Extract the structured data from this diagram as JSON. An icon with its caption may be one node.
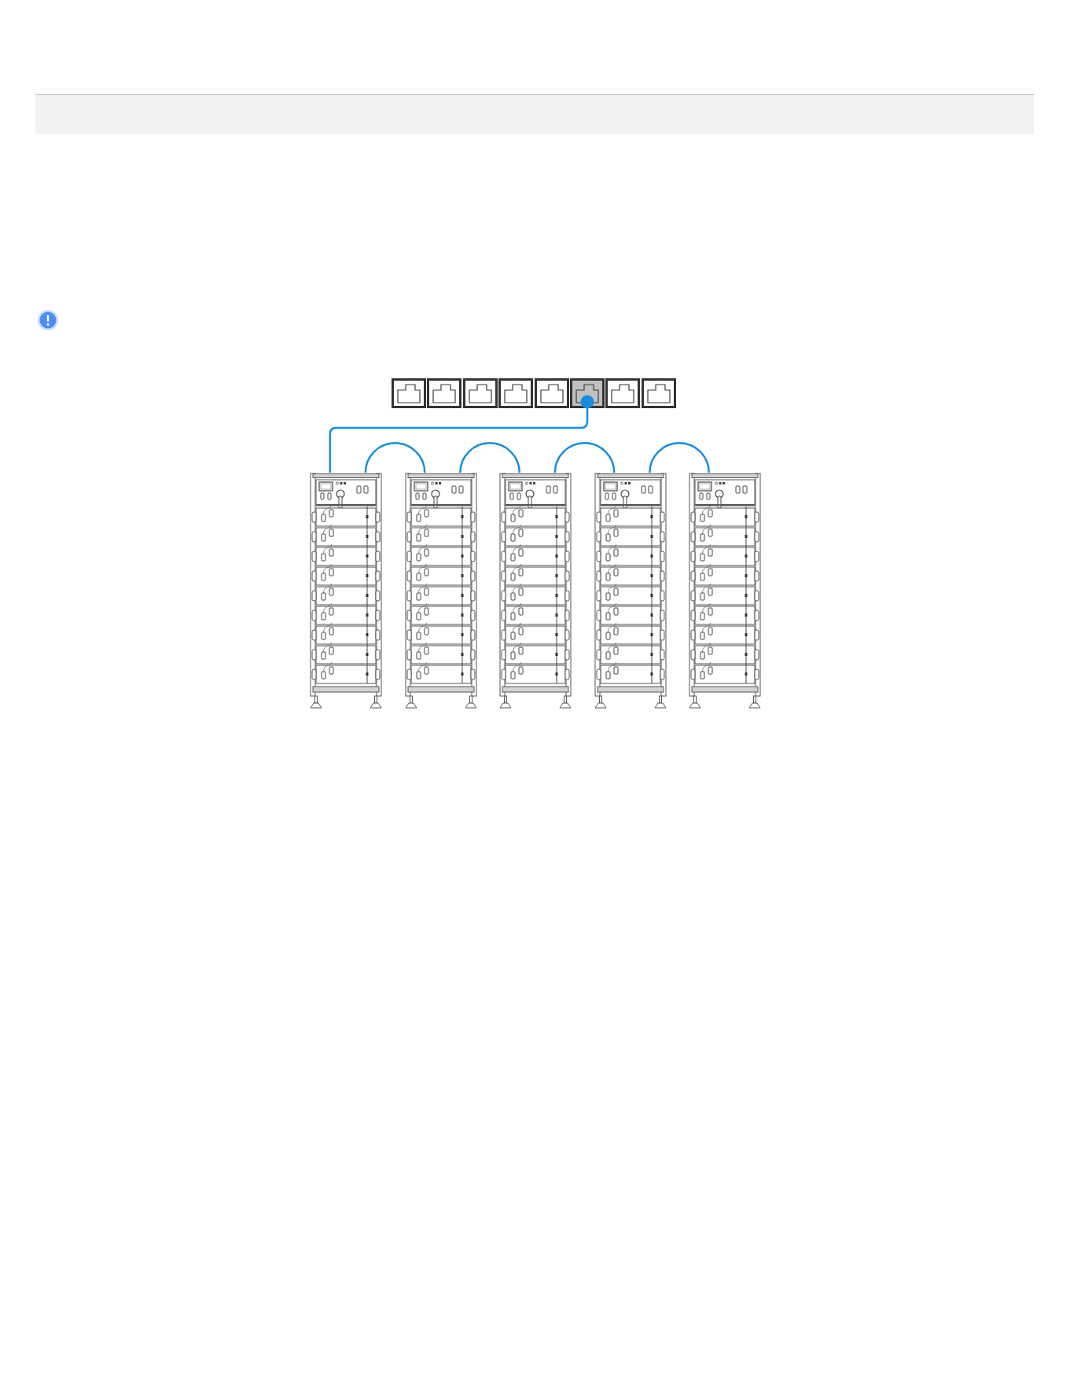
{
  "diagram": {
    "nodes": [
      {
        "text": [],
        "shape": "picture"
      },
      {
        "text": [],
        "shape": "picture"
      },
      {
        "text": [],
        "shape": "picture"
      },
      {
        "text": [],
        "shape": "picture"
      },
      {
        "text": [],
        "shape": "picture"
      },
      {
        "text": [],
        "shape": "picture"
      },
      {
        "text": [],
        "shape": "picture"
      },
      {
        "text": [],
        "shape": "picture"
      },
      {
        "text": [],
        "shape": "picture"
      },
      {
        "text": [],
        "shape": "picture"
      },
      {
        "text": [],
        "shape": "picture"
      },
      {
        "text": [],
        "shape": "picture"
      },
      {
        "text": [],
        "shape": "picture"
      }
    ],
    "edges": [
      {
        "from": 5,
        "to": 8,
        "arrow": "other"
      },
      {
        "from": 8,
        "to": 9,
        "arrow": "none"
      },
      {
        "from": 9,
        "to": 10,
        "arrow": "none"
      },
      {
        "from": 10,
        "to": 11,
        "arrow": "none"
      },
      {
        "from": 11,
        "to": 12,
        "arrow": "none"
      }
    ]
  }
}
